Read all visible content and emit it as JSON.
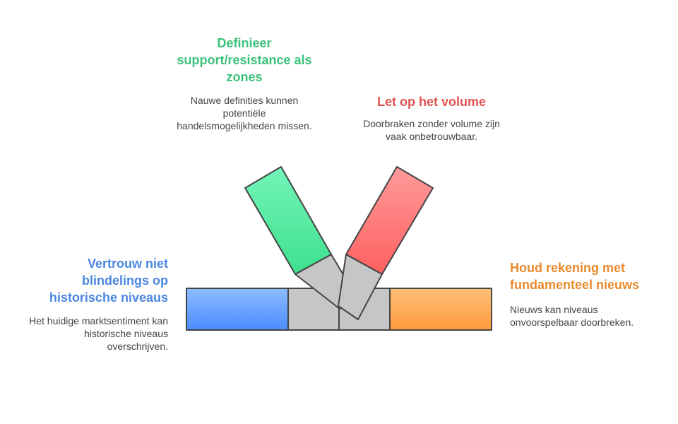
{
  "colors": {
    "green_title": "#3cc27a",
    "red_title": "#e05252",
    "blue_title": "#4a86e0",
    "orange_title": "#e88a2e",
    "green_fill_top": "#74f5b8",
    "green_fill_bottom": "#3ee08e",
    "red_fill_top": "#ff9a9a",
    "red_fill_bottom": "#ff6060",
    "blue_fill_top": "#8cbcff",
    "blue_fill_bottom": "#4d8cff",
    "orange_fill_top": "#ffc07a",
    "orange_fill_bottom": "#ff9a3c",
    "gray_fill": "#c6c6c6",
    "stroke": "#444444"
  },
  "blocks": {
    "support": {
      "title": "Definieer support/resistance als zones",
      "description": "Nauwe definities kunnen potentiële handelsmogelijkheden missen."
    },
    "volume": {
      "title": "Let op het volume",
      "description": "Doorbraken zonder volume zijn vaak onbetrouwbaar."
    },
    "historic": {
      "title": "Vertrouw niet blindelings op historische niveaus",
      "description": "Het huidige marktsentiment kan historische niveaus overschrijven."
    },
    "news": {
      "title": "Houd rekening met fundamenteel nieuws",
      "description": "Nieuws kan niveaus onvoorspelbaar doorbreken."
    }
  }
}
